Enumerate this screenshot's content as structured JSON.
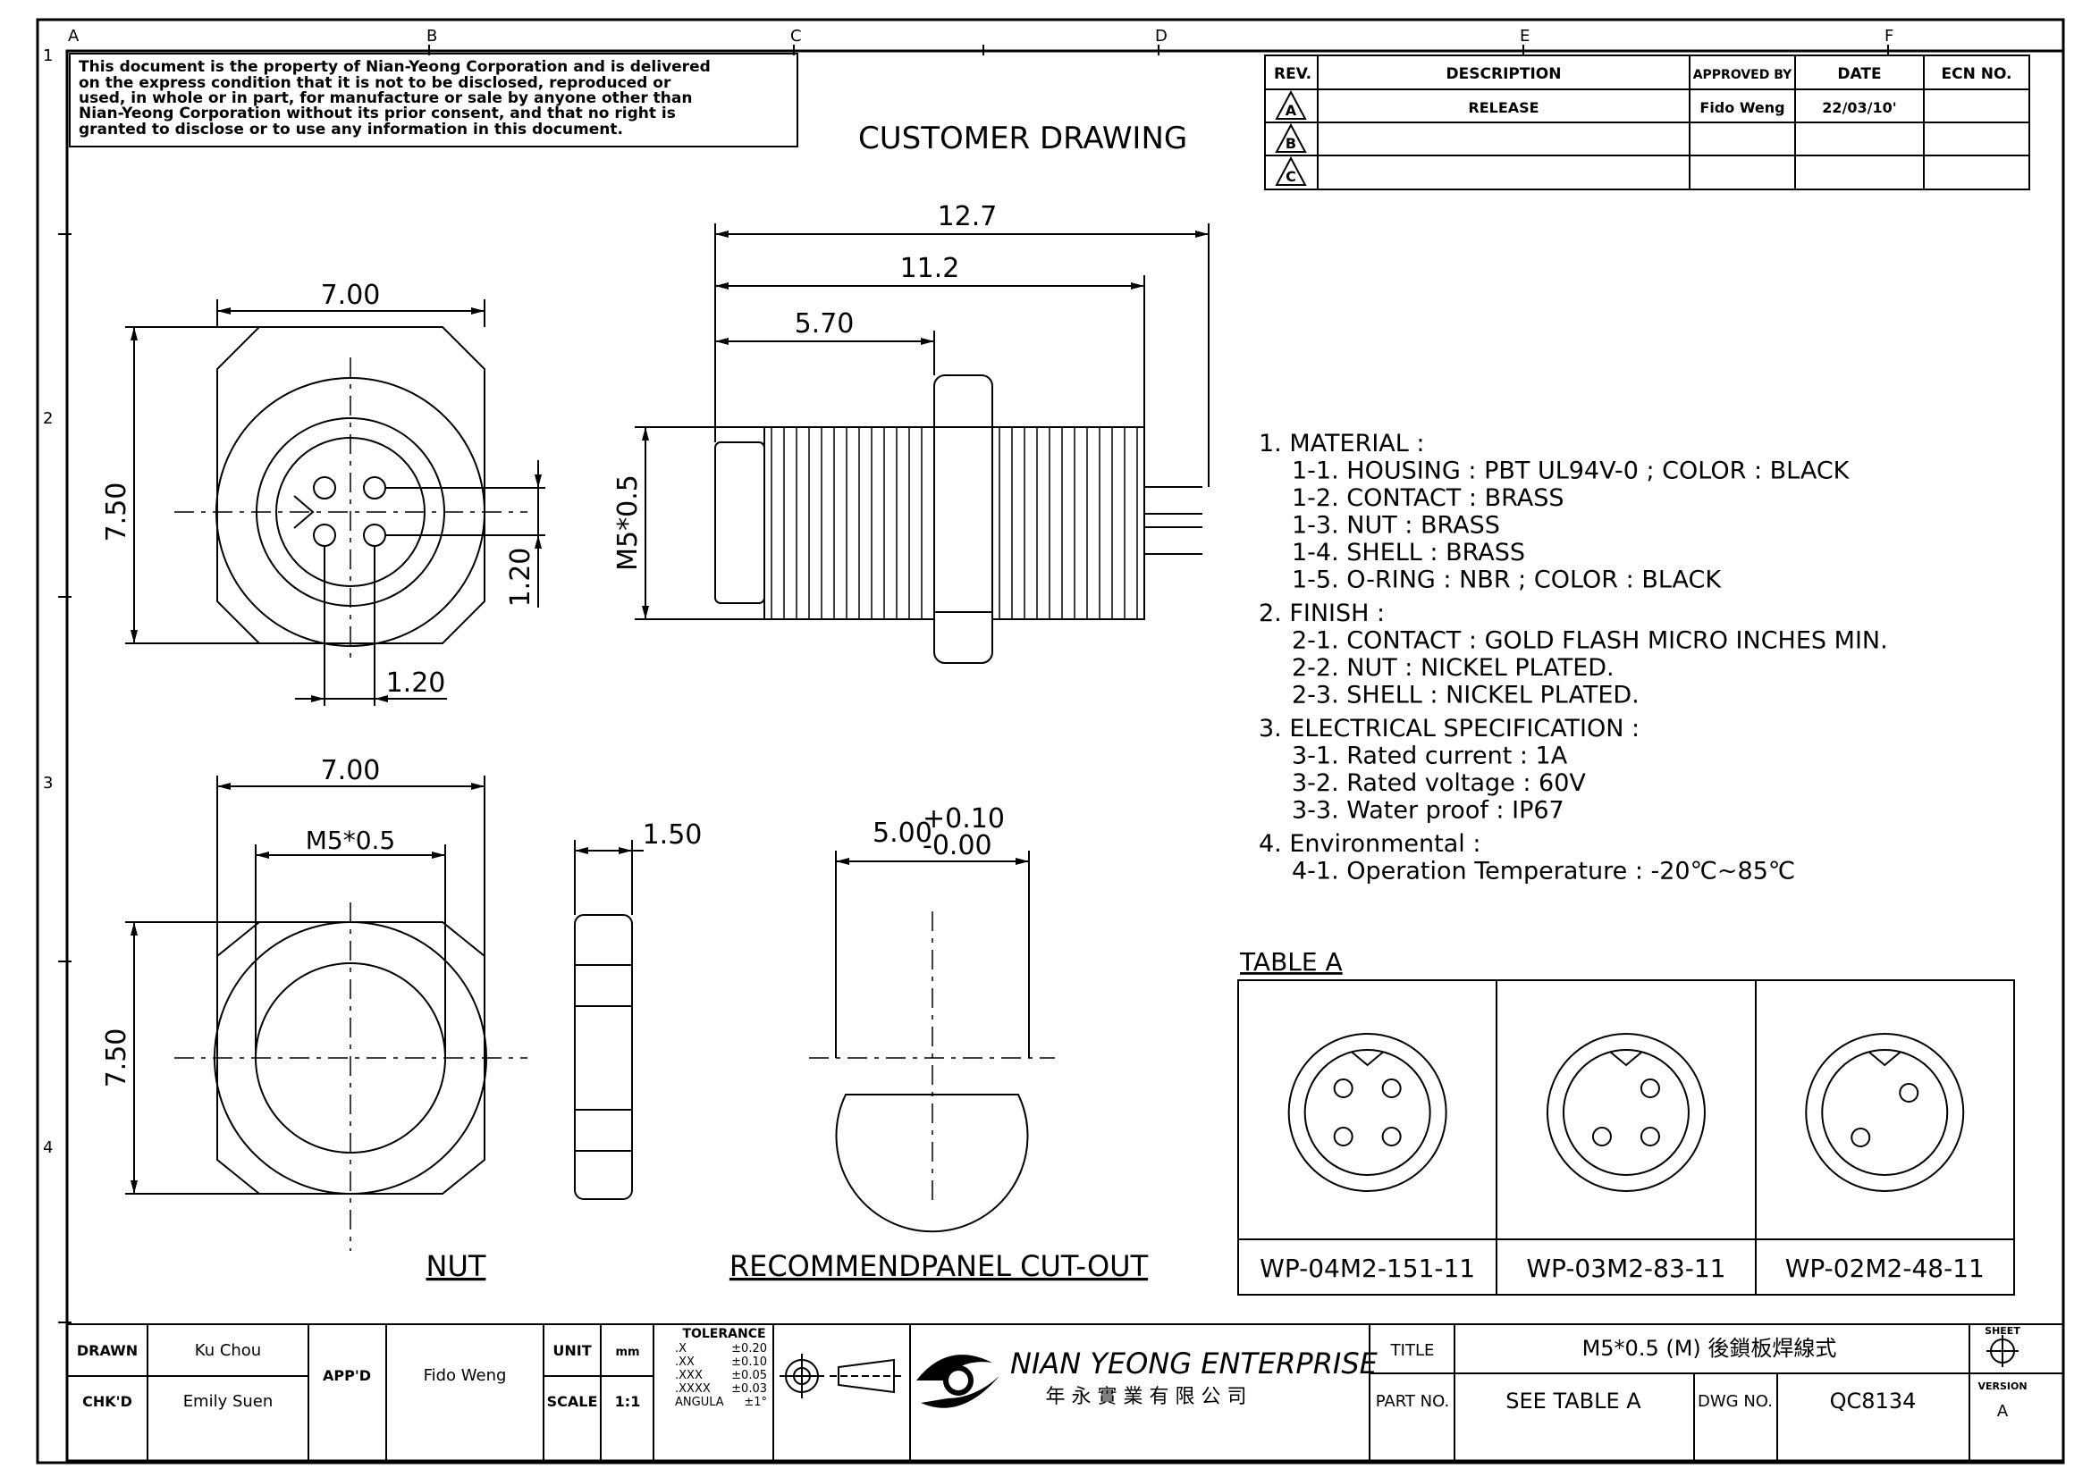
{
  "zones": {
    "cols": [
      "A",
      "B",
      "C",
      "D",
      "E",
      "F"
    ],
    "rows": [
      "1",
      "2",
      "3",
      "4"
    ]
  },
  "disclaimer": [
    "This document is the property of Nian-Yeong Corporation and is delivered",
    "on  the  express condition that it is not to be disclosed, reproduced or",
    "used, in whole or in part, for manufacture or sale by anyone other than",
    "Nian-Yeong Corporation without  its prior consent, and that  no right  is",
    "granted to disclose or to use any information in this  document."
  ],
  "heading": "CUSTOMER  DRAWING",
  "revision_table": {
    "headers": {
      "rev": "REV.",
      "description": "DESCRIPTION",
      "approved": "APPROVED BY",
      "date": "DATE",
      "ecn": "ECN NO."
    },
    "rows": [
      {
        "rev": "A",
        "description": "RELEASE",
        "approved": "Fido Weng",
        "date": "22/03/10'",
        "ecn": ""
      },
      {
        "rev": "B",
        "description": "",
        "approved": "",
        "date": "",
        "ecn": ""
      },
      {
        "rev": "C",
        "description": "",
        "approved": "",
        "date": "",
        "ecn": ""
      }
    ]
  },
  "dimensions": {
    "front_width": "7.00",
    "front_height": "7.50",
    "front_pin_v": "1.20",
    "front_pin_h": "1.20",
    "side_total": "12.7",
    "side_thread_len": "11.2",
    "side_front": "5.70",
    "side_thread": "M5*0.5",
    "nut_width": "7.00",
    "nut_thread": "M5*0.5",
    "nut_height": "7.50",
    "nut_thickness": "1.50",
    "cutout_base": "5.00",
    "cutout_tol_plus": "+0.10",
    "cutout_tol_minus": "-0.00"
  },
  "labels": {
    "nut": "NUT",
    "cutout": "RECOMMENDPANEL CUT-OUT"
  },
  "notes": [
    {
      "text": "1.  MATERIAL  :",
      "indent": 0
    },
    {
      "text": "1-1.  HOUSING  :  PBT  UL94V-0  ;  COLOR  :  BLACK",
      "indent": 1
    },
    {
      "text": "1-2.  CONTACT  :  BRASS",
      "indent": 1
    },
    {
      "text": "1-3.  NUT  :  BRASS",
      "indent": 1
    },
    {
      "text": "1-4.  SHELL  :  BRASS",
      "indent": 1
    },
    {
      "text": "1-5.  O-RING  :  NBR  ;  COLOR  :  BLACK",
      "indent": 1
    },
    {
      "text": "2.  FINISH  :",
      "indent": 0
    },
    {
      "text": "2-1.  CONTACT  :  GOLD  FLASH  MICRO  INCHES  MIN.",
      "indent": 1
    },
    {
      "text": "2-2.  NUT  :  NICKEL  PLATED.",
      "indent": 1
    },
    {
      "text": "2-3.  SHELL  :  NICKEL  PLATED.",
      "indent": 1
    },
    {
      "text": "3.  ELECTRICAL  SPECIFICATION  :",
      "indent": 0
    },
    {
      "text": "3-1.  Rated  current  :  1A",
      "indent": 1
    },
    {
      "text": "3-2.  Rated  voltage  :  60V",
      "indent": 1
    },
    {
      "text": "3-3.  Water  proof  :  IP67",
      "indent": 1
    },
    {
      "text": "4.  Environmental  :",
      "indent": 0
    },
    {
      "text": "4-1.  Operation  Temperature  :  -20℃~85℃",
      "indent": 1
    }
  ],
  "table_a": {
    "title": "TABLE  A",
    "parts": [
      {
        "part_no": "WP-04M2-151-11",
        "pins": 4
      },
      {
        "part_no": "WP-03M2-83-11",
        "pins": 3
      },
      {
        "part_no": "WP-02M2-48-11",
        "pins": 2
      }
    ]
  },
  "title_block": {
    "drawn_label": "DRAWN",
    "drawn": "Ku Chou",
    "checked_label": "CHK'D",
    "checked": "Emily Suen",
    "approved_label": "APP'D",
    "approved": "Fido Weng",
    "unit_label": "UNIT",
    "unit": "mm",
    "scale_label": "SCALE",
    "scale": "1:1",
    "tolerance_title": "TOLERANCE",
    "tolerances": [
      {
        "k": ".X",
        "v": "±0.20"
      },
      {
        "k": ".XX",
        "v": "±0.10"
      },
      {
        "k": ".XXX",
        "v": "±0.05"
      },
      {
        "k": ".XXXX",
        "v": "±0.03"
      },
      {
        "k": "ANGULA",
        "v": "±1°"
      }
    ],
    "company_name": "NIAN YEONG ENTERPRISE",
    "company_chinese": "年 永 實 業 有 限 公 司",
    "title_label": "TITLE",
    "title": "M5*0.5  (M)  後鎖板焊線式",
    "partno_label": "PART NO.",
    "partno": "SEE  TABLE  A",
    "dwgno_label": "DWG NO.",
    "dwgno": "QC8134",
    "sheet_label": "SHEET",
    "version_label": "VERSION",
    "version": "A"
  }
}
